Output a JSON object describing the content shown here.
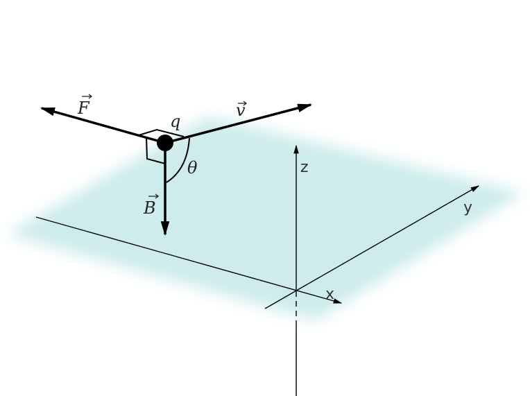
{
  "labels": {
    "force": "F",
    "velocity": "v",
    "field": "B",
    "charge": "q",
    "angle": "θ"
  },
  "axes": {
    "x": "x",
    "y": "y",
    "z": "z"
  },
  "colors": {
    "plane": "#cdeceb",
    "stroke": "#000000"
  }
}
